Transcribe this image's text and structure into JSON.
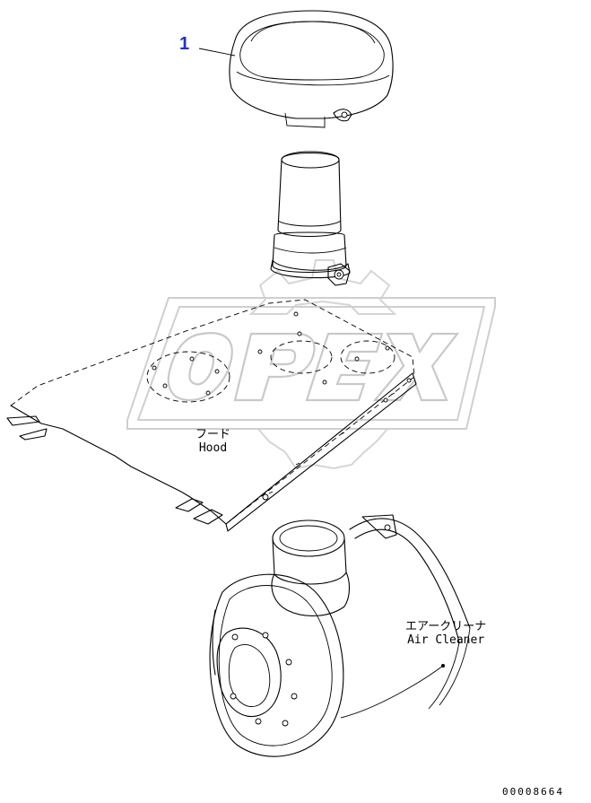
{
  "callouts": [
    {
      "number": "1"
    }
  ],
  "labels": {
    "hood_jp": "フード",
    "hood_en": "Hood",
    "air_cleaner_jp": "エアークリーナ",
    "air_cleaner_en": "Air Cleaner"
  },
  "watermark": {
    "text": "OPEX"
  },
  "drawing_number": "00008664",
  "colors": {
    "callout": "#1f2fd0",
    "lines": "#000000",
    "watermark": "#cccccc"
  }
}
